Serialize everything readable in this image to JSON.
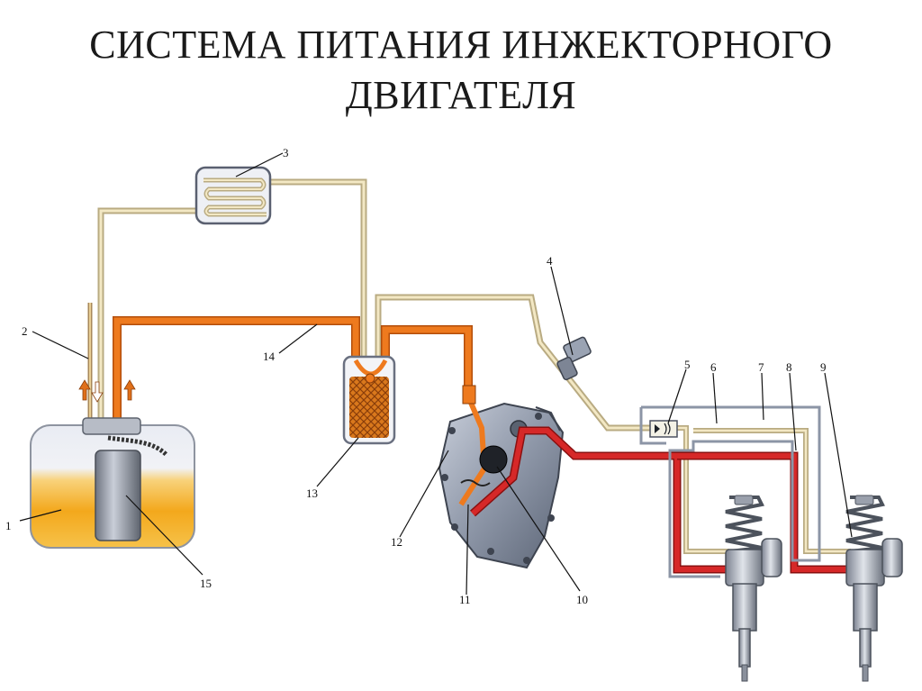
{
  "title": {
    "line1": "СИСТЕМА ПИТАНИЯ ИНЖЕКТОРНОГО",
    "line2": "ДВИГАТЕЛЯ"
  },
  "labels": {
    "n1": "1",
    "n2": "2",
    "n3": "3",
    "n4": "4",
    "n5": "5",
    "n6": "6",
    "n7": "7",
    "n8": "8",
    "n9": "9",
    "n10": "10",
    "n11": "11",
    "n12": "12",
    "n13": "13",
    "n14": "14",
    "n15": "15"
  },
  "colors": {
    "high_pressure": "#d42020",
    "low_pressure": "#e8731a",
    "return_line": "#e8d9a8",
    "fuel": "#f4b020",
    "body_gray": "#9aa3b0"
  }
}
